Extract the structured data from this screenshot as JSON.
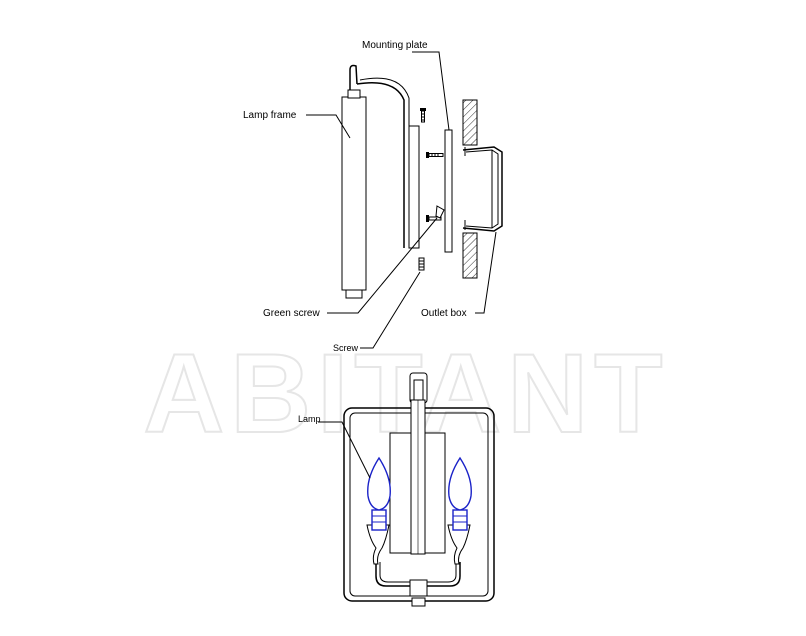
{
  "labels": {
    "mounting_plate": "Mounting plate",
    "lamp_frame": "Lamp frame",
    "green_screw": "Green screw",
    "outlet_box": "Outlet box",
    "screw": "Screw",
    "lamp": "Lamp"
  },
  "watermark": "ABITANT",
  "colors": {
    "line": "#000000",
    "bulb": "#1a22c8",
    "watermark_outline": "#e6e6e6"
  }
}
